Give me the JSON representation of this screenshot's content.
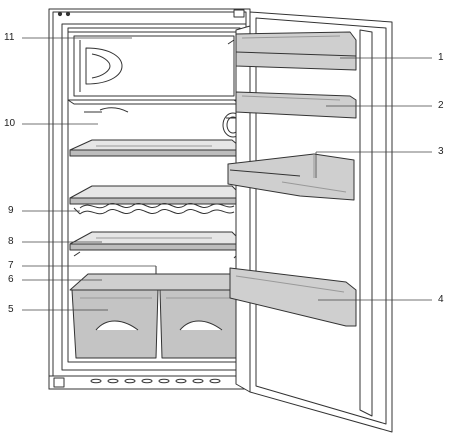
{
  "figure": {
    "subject": "built-in refrigerator with open door",
    "colors": {
      "outline": "#333333",
      "shelf_fill": "#d9d9d9",
      "shelf_glass": "#c8c8c8",
      "drawer_fill": "#c4c4c4",
      "door_bin_fill": "#cfcfcf",
      "leader_line": "#444444"
    }
  },
  "callouts": [
    {
      "id": "1",
      "label": "1",
      "side": "right"
    },
    {
      "id": "2",
      "label": "2",
      "side": "right"
    },
    {
      "id": "3",
      "label": "3",
      "side": "right"
    },
    {
      "id": "4",
      "label": "4",
      "side": "right"
    },
    {
      "id": "5",
      "label": "5",
      "side": "left"
    },
    {
      "id": "6",
      "label": "6",
      "side": "left"
    },
    {
      "id": "7",
      "label": "7",
      "side": "left"
    },
    {
      "id": "8",
      "label": "8",
      "side": "left"
    },
    {
      "id": "9",
      "label": "9",
      "side": "left"
    },
    {
      "id": "10",
      "label": "10",
      "side": "left"
    },
    {
      "id": "11",
      "label": "11",
      "side": "left"
    }
  ]
}
